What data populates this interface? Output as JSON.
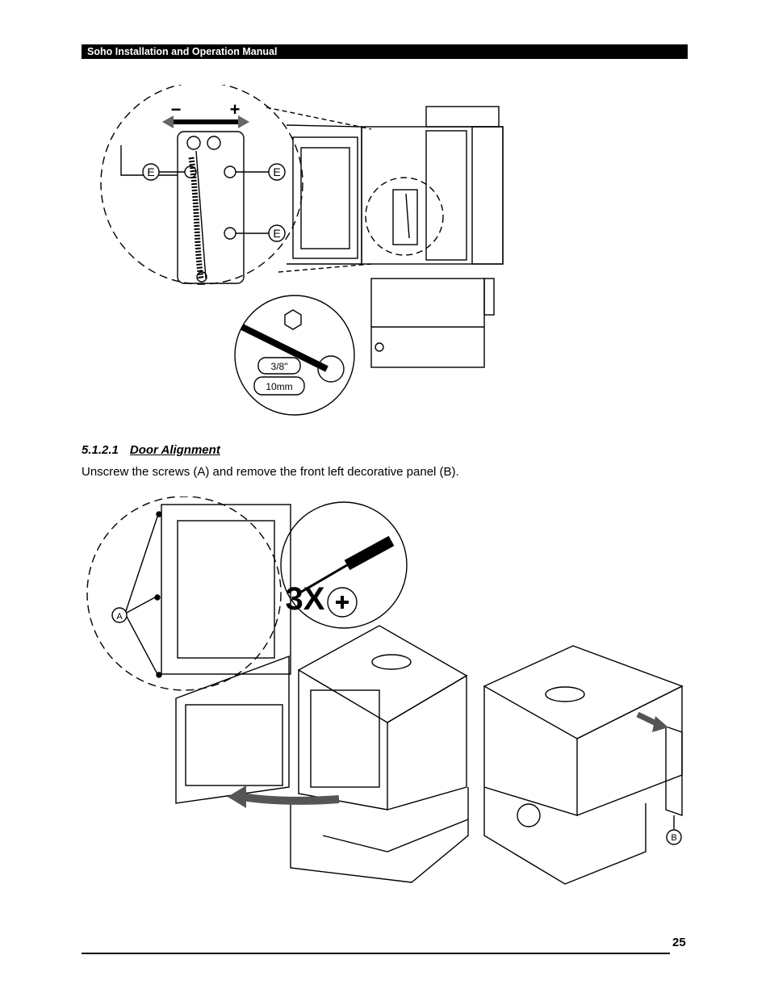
{
  "header": {
    "title": "Soho Installation and Operation Manual"
  },
  "figure1": {
    "callouts": [
      "E",
      "E",
      "E"
    ],
    "adjust_minus": "−",
    "adjust_plus": "+",
    "tool_size_imperial": "3/8\"",
    "tool_size_metric": "10mm"
  },
  "section": {
    "number": "5.1.2.1",
    "title": "Door Alignment",
    "body": "Unscrew the screws (A) and remove the front left decorative panel (B)."
  },
  "figure2": {
    "multiplier": "3X",
    "label_a": "A",
    "label_b": "B"
  },
  "footer": {
    "page_number": "25"
  }
}
